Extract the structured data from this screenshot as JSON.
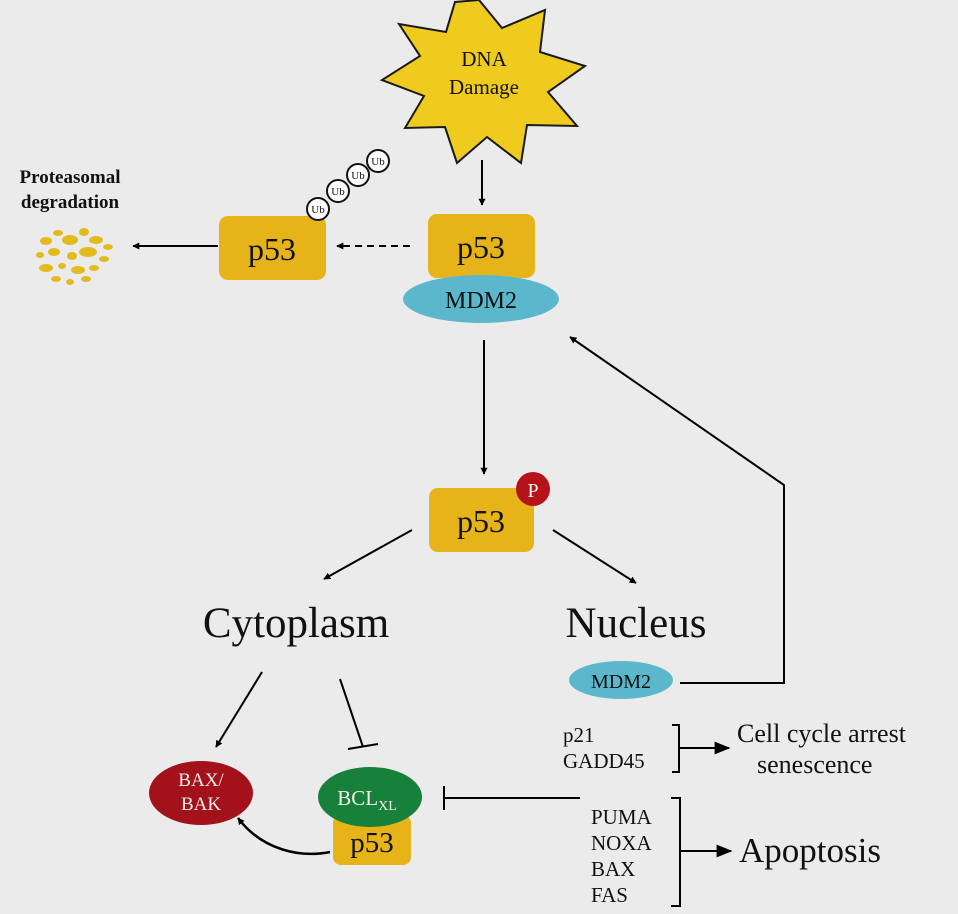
{
  "diagram": {
    "dna_damage": {
      "line1": "DNA",
      "line2": "Damage"
    },
    "proteasomal": {
      "line1": "Proteasomal",
      "line2": "degradation"
    },
    "ub_label": "Ub",
    "p53_label": "p53",
    "mdm2_label": "MDM2",
    "phospho_label": "P",
    "cytoplasm": "Cytoplasm",
    "nucleus": "Nucleus",
    "bax_bak": {
      "line1": "BAX/",
      "line2": "BAK"
    },
    "bcl": {
      "main": "BCL",
      "sub": "XL"
    },
    "arrest_genes": [
      "p21",
      "GADD45"
    ],
    "arrest_outcome": {
      "line1": "Cell cycle arrest",
      "line2": "senescence"
    },
    "apoptosis_genes": [
      "PUMA",
      "NOXA",
      "BAX",
      "FAS"
    ],
    "apoptosis_outcome": "Apoptosis"
  },
  "colors": {
    "background": "#ebebeb",
    "p53": "#e6b319",
    "mdm2": "#5bb7cc",
    "phospho": "#b5121b",
    "bax_bak": "#a3111a",
    "bcl_xl": "#17803a",
    "debris": "#e4bb1e",
    "dna_damage": "#efcb1d"
  }
}
